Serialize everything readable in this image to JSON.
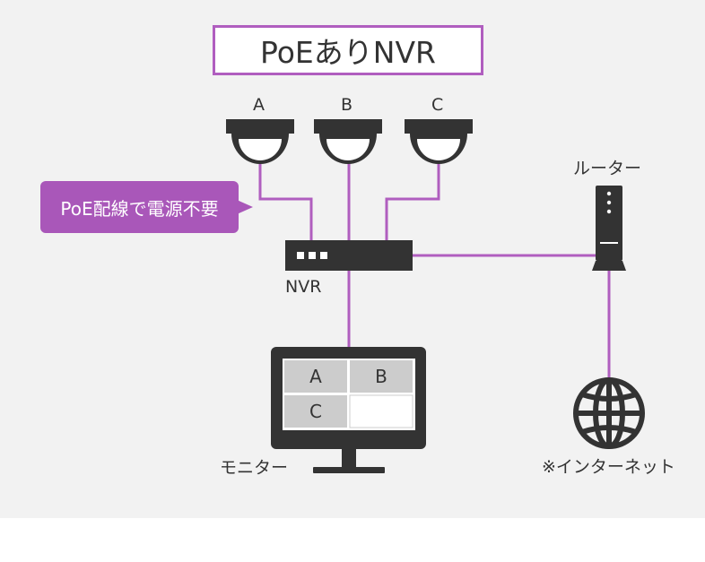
{
  "title": "PoEありNVR",
  "cameras": [
    {
      "label": "A"
    },
    {
      "label": "B"
    },
    {
      "label": "C"
    }
  ],
  "callout": "PoE配線で電源不要",
  "nvr_label": "NVR",
  "router_label": "ルーター",
  "monitor_label": "モニター",
  "internet_label": "※インターネット",
  "monitor_cells": [
    "A",
    "B",
    "C",
    ""
  ],
  "colors": {
    "accent": "#b05ebf",
    "device": "#333333",
    "background": "#f2f2f2",
    "monitor_cell": "#cccccc"
  },
  "icons": [
    "dome-camera-icon",
    "nvr-icon",
    "router-icon",
    "monitor-icon",
    "globe-icon"
  ]
}
